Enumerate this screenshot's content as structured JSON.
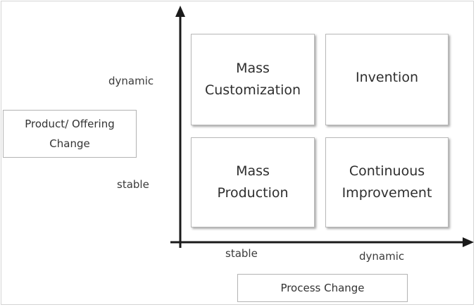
{
  "quadrants": {
    "top_left": [
      "Mass",
      "Customization"
    ],
    "top_right": [
      "Invention"
    ],
    "bottom_left": [
      "Mass",
      "Production"
    ],
    "bottom_right": [
      "Continuous",
      "Improvement"
    ]
  },
  "y_axis": {
    "high_label": "dynamic",
    "low_label": "stable",
    "title": [
      "Product/ Offering",
      "Change"
    ]
  },
  "x_axis": {
    "low_label": "stable",
    "high_label": "dynamic",
    "title": "Process Change"
  }
}
